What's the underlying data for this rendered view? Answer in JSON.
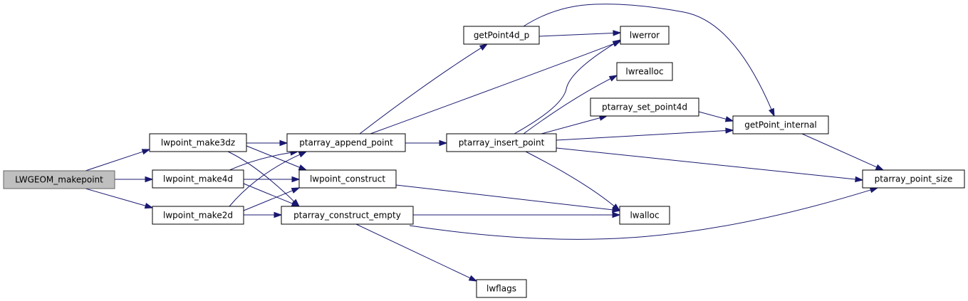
{
  "graph": {
    "colors": {
      "edge": "#191970",
      "root_fill": "#bfbfbf",
      "root_stroke": "#666666",
      "node_stroke": "#000000"
    },
    "root": "LWGEOM_makepoint",
    "nodes": [
      "LWGEOM_makepoint",
      "lwpoint_make3dz",
      "lwpoint_make4d",
      "lwpoint_make2d",
      "ptarray_append_point",
      "lwpoint_construct",
      "ptarray_construct_empty",
      "getPoint4d_p",
      "ptarray_insert_point",
      "lwflags",
      "lwerror",
      "lwrealloc",
      "ptarray_set_point4d",
      "lwalloc",
      "getPoint_internal",
      "ptarray_point_size"
    ],
    "edges": [
      [
        "LWGEOM_makepoint",
        "lwpoint_make3dz"
      ],
      [
        "LWGEOM_makepoint",
        "lwpoint_make4d"
      ],
      [
        "LWGEOM_makepoint",
        "lwpoint_make2d"
      ],
      [
        "lwpoint_make3dz",
        "ptarray_append_point"
      ],
      [
        "lwpoint_make3dz",
        "lwpoint_construct"
      ],
      [
        "lwpoint_make3dz",
        "ptarray_construct_empty"
      ],
      [
        "lwpoint_make4d",
        "ptarray_append_point"
      ],
      [
        "lwpoint_make4d",
        "lwpoint_construct"
      ],
      [
        "lwpoint_make4d",
        "ptarray_construct_empty"
      ],
      [
        "lwpoint_make2d",
        "ptarray_append_point"
      ],
      [
        "lwpoint_make2d",
        "lwpoint_construct"
      ],
      [
        "lwpoint_make2d",
        "ptarray_construct_empty"
      ],
      [
        "ptarray_append_point",
        "getPoint4d_p"
      ],
      [
        "ptarray_append_point",
        "lwerror"
      ],
      [
        "ptarray_append_point",
        "ptarray_insert_point"
      ],
      [
        "getPoint4d_p",
        "lwerror"
      ],
      [
        "getPoint4d_p",
        "getPoint_internal"
      ],
      [
        "ptarray_insert_point",
        "lwerror"
      ],
      [
        "ptarray_insert_point",
        "lwrealloc"
      ],
      [
        "ptarray_insert_point",
        "ptarray_set_point4d"
      ],
      [
        "ptarray_insert_point",
        "getPoint_internal"
      ],
      [
        "ptarray_insert_point",
        "ptarray_point_size"
      ],
      [
        "ptarray_insert_point",
        "lwalloc"
      ],
      [
        "ptarray_set_point4d",
        "getPoint_internal"
      ],
      [
        "getPoint_internal",
        "ptarray_point_size"
      ],
      [
        "lwpoint_construct",
        "lwalloc"
      ],
      [
        "ptarray_construct_empty",
        "lwalloc"
      ],
      [
        "ptarray_construct_empty",
        "ptarray_point_size"
      ],
      [
        "ptarray_construct_empty",
        "lwflags"
      ]
    ]
  }
}
